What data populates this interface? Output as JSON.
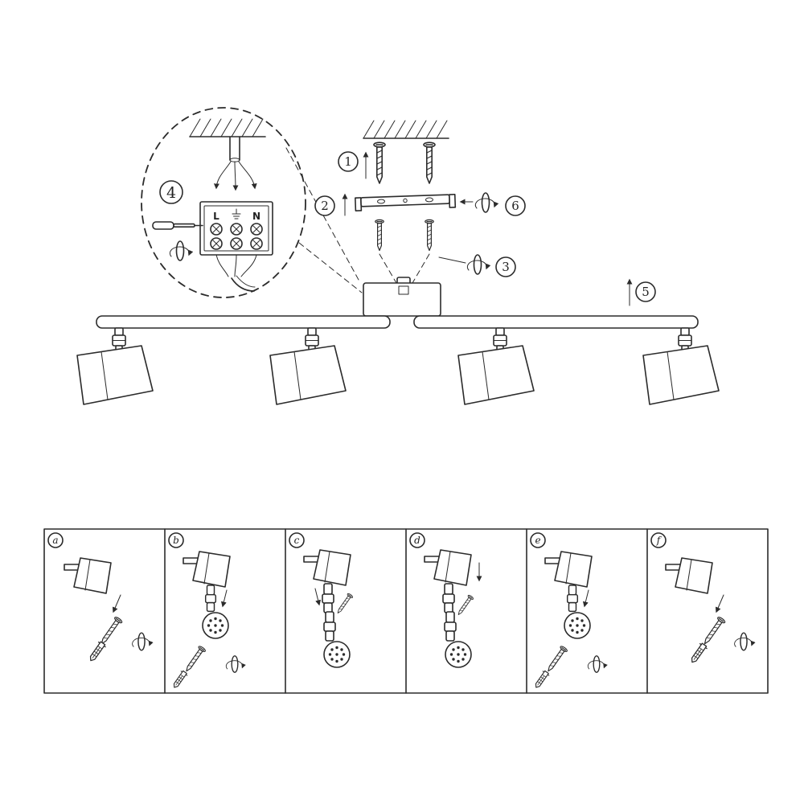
{
  "diagram": {
    "type": "installation-instructions",
    "steps": {
      "step1": "1",
      "step2": "2",
      "step3": "3",
      "step4": "4",
      "step5": "5",
      "step6": "6"
    },
    "terminal": {
      "left": "L",
      "right": "N",
      "earth_icon": "earth-ground-symbol"
    },
    "panels": [
      {
        "label": "a"
      },
      {
        "label": "b"
      },
      {
        "label": "c"
      },
      {
        "label": "d"
      },
      {
        "label": "e"
      },
      {
        "label": "f"
      }
    ],
    "colors": {
      "line": "#2b2b2b",
      "background": "#ffffff"
    }
  }
}
